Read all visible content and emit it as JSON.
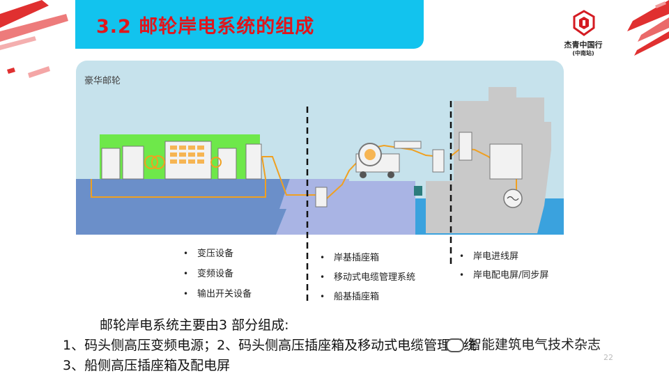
{
  "slide": {
    "title": "3.2 邮轮岸电系统的组成",
    "logo_line1": "杰青中国行",
    "logo_line2": "(中南站)",
    "page_number": "22"
  },
  "diagram": {
    "ship_label": "豪华邮轮",
    "sections": [
      {
        "items": [
          "变压设备",
          "变频设备",
          "输出开关设备"
        ]
      },
      {
        "items": [
          "岸基插座箱",
          "移动式电缆管理系统",
          "船基插座箱"
        ]
      },
      {
        "items": [
          "岸电进线屏",
          "岸电配电屏/同步屏"
        ]
      }
    ],
    "bullet_char": "•",
    "colors": {
      "sky": "#c6e2ec",
      "sea": "#3aa2de",
      "shore": "#6b8fc9",
      "land": "#a9b4e4",
      "ship": "#c9c9c9",
      "cable": "#f0a020",
      "substation": "#6ee84a"
    }
  },
  "summary": {
    "line1": "邮轮岸电系统主要由3 部分组成:",
    "line2": "1、码头侧高压变频电源；2、码头侧高压插座箱及移动式电缆管理系统",
    "line3": "3、船侧高压插座箱及配电屏"
  },
  "watermark": {
    "text": "智能建筑电气技术杂志"
  }
}
